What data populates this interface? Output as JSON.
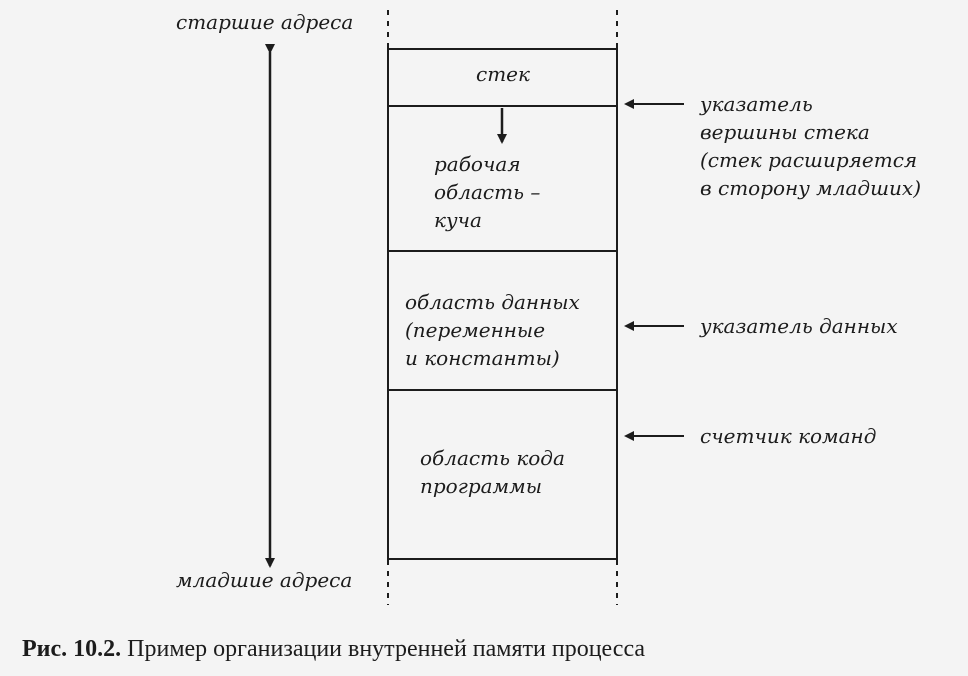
{
  "axis": {
    "high_label": "старшие адреса",
    "low_label": "младшие адреса"
  },
  "blocks": {
    "stack": "стек",
    "heap": [
      "рабочая",
      "область –",
      "куча"
    ],
    "data": [
      "область данных",
      "(переменные",
      "и константы)"
    ],
    "code": [
      "область кода",
      "программы"
    ]
  },
  "pointers": {
    "stack_pointer": [
      "указатель",
      "вершины стека",
      "(стек расширяется",
      "в сторону младших)"
    ],
    "data_pointer": "указатель данных",
    "program_counter": "счетчик команд"
  },
  "caption": {
    "number": "Рис. 10.2.",
    "text": "Пример организации внутренней памяти процесса"
  }
}
